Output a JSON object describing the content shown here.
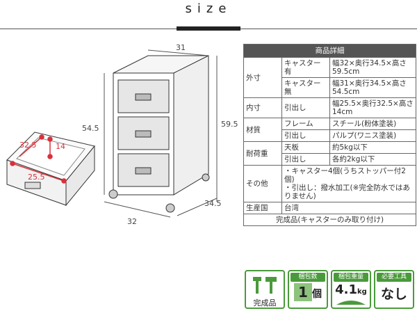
{
  "header": {
    "title": "size"
  },
  "dimensions": {
    "width": "31",
    "height": "54.5",
    "height_casters": "59.5",
    "depth": "34.5",
    "front_width": "32",
    "drawer_depth": "32.5",
    "drawer_height": "14",
    "drawer_width": "25.5"
  },
  "spec": {
    "heading": "商品詳細",
    "outer": {
      "label": "外寸",
      "with_casters_label": "キャスター有",
      "with_casters_value": "幅32×奥行34.5×高さ59.5cm",
      "no_casters_label": "キャスター無",
      "no_casters_value": "幅31×奥行34.5×高さ54.5cm"
    },
    "inner": {
      "label": "内寸",
      "sub": "引出し",
      "value": "幅25.5×奥行32.5×高さ14cm"
    },
    "material": {
      "label": "材質",
      "frame_label": "フレーム",
      "frame_value": "スチール(粉体塗装)",
      "drawer_label": "引出し",
      "drawer_value": "パルプ(ワニス塗装)"
    },
    "load": {
      "label": "耐荷重",
      "top_label": "天板",
      "top_value": "約5kg以下",
      "drawer_label": "引出し",
      "drawer_value": "各約2kg以下"
    },
    "other": {
      "label": "その他",
      "line1": "・キャスター4個(うちストッパー付2個)",
      "line2": "・引出し：撥水加工(※完全防水ではありません)"
    },
    "origin": {
      "label": "生産国",
      "value": "台湾"
    },
    "note": "完成品(キャスターのみ取り付け)"
  },
  "badges": {
    "assembled": "完成品",
    "packages_label": "梱包数",
    "packages_value": "1",
    "packages_unit": "個",
    "weight_label": "梱包重量",
    "weight_value": "4.1",
    "weight_unit": "kg",
    "tools_label": "必要工具",
    "tools_value": "なし"
  },
  "colors": {
    "accent": "#4a9a3b",
    "marker": "#d9303a"
  }
}
